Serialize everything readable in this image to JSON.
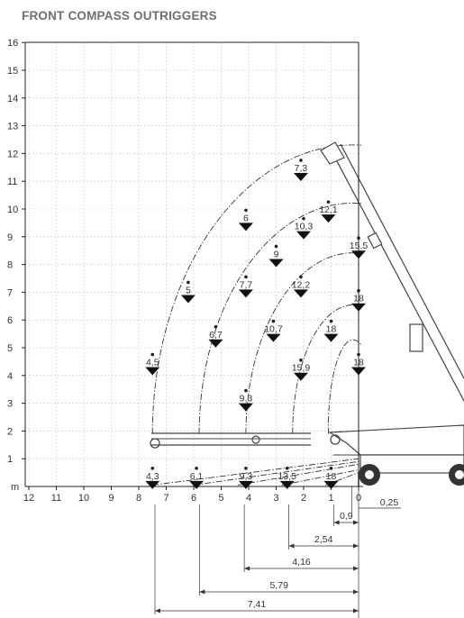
{
  "title": "FRONT COMPASS OUTRIGGERS",
  "axis": {
    "y_unit": "m",
    "y_ticks": [
      "1",
      "2",
      "3",
      "4",
      "5",
      "6",
      "7",
      "8",
      "9",
      "10",
      "11",
      "12",
      "13",
      "14",
      "15",
      "16"
    ],
    "x_ticks": [
      "12",
      "11",
      "10",
      "9",
      "8",
      "7",
      "6",
      "5",
      "4",
      "3",
      "2",
      "1",
      "0"
    ]
  },
  "load_points": [
    {
      "label": "7,3",
      "x": 2.1,
      "y": 11.3
    },
    {
      "label": "6",
      "x": 4.1,
      "y": 9.5
    },
    {
      "label": "12,1",
      "x": 1.1,
      "y": 9.8
    },
    {
      "label": "10,3",
      "x": 2.0,
      "y": 9.2
    },
    {
      "label": "15,5",
      "x": 0.0,
      "y": 8.5
    },
    {
      "label": "9",
      "x": 3.0,
      "y": 8.2
    },
    {
      "label": "5",
      "x": 6.2,
      "y": 6.9
    },
    {
      "label": "7,7",
      "x": 4.1,
      "y": 7.1
    },
    {
      "label": "12,2",
      "x": 2.1,
      "y": 7.1
    },
    {
      "label": "18",
      "x": 0.0,
      "y": 6.6
    },
    {
      "label": "6,7",
      "x": 5.2,
      "y": 5.3
    },
    {
      "label": "10,7",
      "x": 3.1,
      "y": 5.5
    },
    {
      "label": "18",
      "x": 1.0,
      "y": 5.5
    },
    {
      "label": "4,5",
      "x": 7.5,
      "y": 4.3
    },
    {
      "label": "15,9",
      "x": 2.1,
      "y": 4.1
    },
    {
      "label": "18",
      "x": 0.0,
      "y": 4.3
    },
    {
      "label": "9,3",
      "x": 4.1,
      "y": 3.0
    },
    {
      "label": "4,3",
      "x": 7.5,
      "y": 0.2
    },
    {
      "label": "6,1",
      "x": 5.9,
      "y": 0.2
    },
    {
      "label": "9,3",
      "x": 4.1,
      "y": 0.2
    },
    {
      "label": "13,5",
      "x": 2.6,
      "y": 0.2
    },
    {
      "label": "18",
      "x": 1.0,
      "y": 0.2
    }
  ],
  "dimensions": [
    {
      "label": "0,25",
      "value": 0.25
    },
    {
      "label": "0,9",
      "value": 0.9
    },
    {
      "label": "2,54",
      "value": 2.54
    },
    {
      "label": "4,16",
      "value": 4.16
    },
    {
      "label": "5,79",
      "value": 5.79
    },
    {
      "label": "7,41",
      "value": 7.41
    }
  ]
}
